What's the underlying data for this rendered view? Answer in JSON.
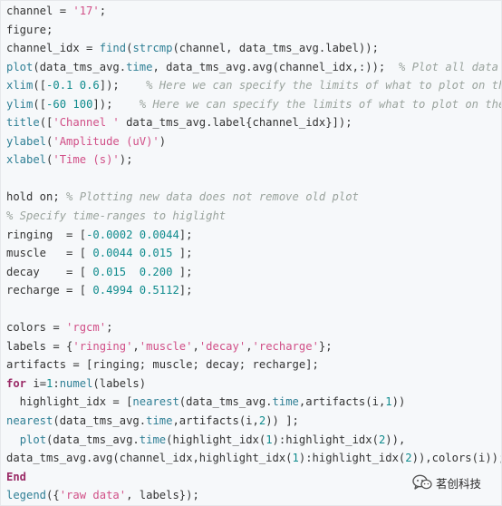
{
  "code_lines": [
    [
      {
        "t": "plain",
        "s": "channel = "
      },
      {
        "t": "str",
        "s": "'17'"
      },
      {
        "t": "plain",
        "s": ";"
      }
    ],
    [
      {
        "t": "plain",
        "s": "figure;"
      }
    ],
    [
      {
        "t": "plain",
        "s": "channel_idx = "
      },
      {
        "t": "fn",
        "s": "find"
      },
      {
        "t": "plain",
        "s": "("
      },
      {
        "t": "fn",
        "s": "strcmp"
      },
      {
        "t": "plain",
        "s": "(channel, data_tms_avg.label));"
      }
    ],
    [
      {
        "t": "fn",
        "s": "plot"
      },
      {
        "t": "plain",
        "s": "(data_tms_avg."
      },
      {
        "t": "fn",
        "s": "time"
      },
      {
        "t": "plain",
        "s": ", data_tms_avg.avg(channel_idx,:));  "
      },
      {
        "t": "cm",
        "s": "% Plot all data"
      }
    ],
    [
      {
        "t": "fn",
        "s": "xlim"
      },
      {
        "t": "plain",
        "s": "(["
      },
      {
        "t": "num",
        "s": "-0.1 0.6"
      },
      {
        "t": "plain",
        "s": "]);    "
      },
      {
        "t": "cm",
        "s": "% Here we can specify the limits of what to plot on the x-axis"
      }
    ],
    [
      {
        "t": "fn",
        "s": "ylim"
      },
      {
        "t": "plain",
        "s": "(["
      },
      {
        "t": "num",
        "s": "-60 100"
      },
      {
        "t": "plain",
        "s": "]);    "
      },
      {
        "t": "cm",
        "s": "% Here we can specify the limits of what to plot on the y-axis"
      }
    ],
    [
      {
        "t": "fn",
        "s": "title"
      },
      {
        "t": "plain",
        "s": "(["
      },
      {
        "t": "str",
        "s": "'Channel '"
      },
      {
        "t": "plain",
        "s": " data_tms_avg.label{channel_idx}]);"
      }
    ],
    [
      {
        "t": "fn",
        "s": "ylabel"
      },
      {
        "t": "plain",
        "s": "("
      },
      {
        "t": "str",
        "s": "'Amplitude (uV)'"
      },
      {
        "t": "plain",
        "s": ")"
      }
    ],
    [
      {
        "t": "fn",
        "s": "xlabel"
      },
      {
        "t": "plain",
        "s": "("
      },
      {
        "t": "str",
        "s": "'Time (s)'"
      },
      {
        "t": "plain",
        "s": ");"
      }
    ],
    [],
    [
      {
        "t": "plain",
        "s": "hold on; "
      },
      {
        "t": "cm",
        "s": "% Plotting new data does not remove old plot"
      }
    ],
    [
      {
        "t": "cm",
        "s": "% Specify time-ranges to higlight"
      }
    ],
    [
      {
        "t": "plain",
        "s": "ringing  = ["
      },
      {
        "t": "num",
        "s": "-0.0002 0.0044"
      },
      {
        "t": "plain",
        "s": "];"
      }
    ],
    [
      {
        "t": "plain",
        "s": "muscle   = [ "
      },
      {
        "t": "num",
        "s": "0.0044 0.015"
      },
      {
        "t": "plain",
        "s": " ];"
      }
    ],
    [
      {
        "t": "plain",
        "s": "decay    = [ "
      },
      {
        "t": "num",
        "s": "0.015  0.200"
      },
      {
        "t": "plain",
        "s": " ];"
      }
    ],
    [
      {
        "t": "plain",
        "s": "recharge = [ "
      },
      {
        "t": "num",
        "s": "0.4994 0.5112"
      },
      {
        "t": "plain",
        "s": "];"
      }
    ],
    [],
    [
      {
        "t": "plain",
        "s": "colors = "
      },
      {
        "t": "str",
        "s": "'rgcm'"
      },
      {
        "t": "plain",
        "s": ";"
      }
    ],
    [
      {
        "t": "plain",
        "s": "labels = {"
      },
      {
        "t": "str",
        "s": "'ringing'"
      },
      {
        "t": "plain",
        "s": ","
      },
      {
        "t": "str",
        "s": "'muscle'"
      },
      {
        "t": "plain",
        "s": ","
      },
      {
        "t": "str",
        "s": "'decay'"
      },
      {
        "t": "plain",
        "s": ","
      },
      {
        "t": "str",
        "s": "'recharge'"
      },
      {
        "t": "plain",
        "s": "};"
      }
    ],
    [
      {
        "t": "plain",
        "s": "artifacts = [ringing; muscle; decay; recharge];"
      }
    ],
    [
      {
        "t": "kw",
        "s": "for"
      },
      {
        "t": "plain",
        "s": " i="
      },
      {
        "t": "num",
        "s": "1"
      },
      {
        "t": "plain",
        "s": ":"
      },
      {
        "t": "fn",
        "s": "numel"
      },
      {
        "t": "plain",
        "s": "(labels)"
      }
    ],
    [
      {
        "t": "plain",
        "s": "  highlight_idx = ["
      },
      {
        "t": "fn",
        "s": "nearest"
      },
      {
        "t": "plain",
        "s": "(data_tms_avg."
      },
      {
        "t": "fn",
        "s": "time"
      },
      {
        "t": "plain",
        "s": ",artifacts(i,"
      },
      {
        "t": "num",
        "s": "1"
      },
      {
        "t": "plain",
        "s": "))"
      }
    ],
    [
      {
        "t": "fn",
        "s": "nearest"
      },
      {
        "t": "plain",
        "s": "(data_tms_avg."
      },
      {
        "t": "fn",
        "s": "time"
      },
      {
        "t": "plain",
        "s": ",artifacts(i,"
      },
      {
        "t": "num",
        "s": "2"
      },
      {
        "t": "plain",
        "s": ")) ];"
      }
    ],
    [
      {
        "t": "plain",
        "s": "  "
      },
      {
        "t": "fn",
        "s": "plot"
      },
      {
        "t": "plain",
        "s": "(data_tms_avg."
      },
      {
        "t": "fn",
        "s": "time"
      },
      {
        "t": "plain",
        "s": "(highlight_idx("
      },
      {
        "t": "num",
        "s": "1"
      },
      {
        "t": "plain",
        "s": "):highlight_idx("
      },
      {
        "t": "num",
        "s": "2"
      },
      {
        "t": "plain",
        "s": ")),"
      }
    ],
    [
      {
        "t": "plain",
        "s": "data_tms_avg.avg(channel_idx,highlight_idx("
      },
      {
        "t": "num",
        "s": "1"
      },
      {
        "t": "plain",
        "s": "):highlight_idx("
      },
      {
        "t": "num",
        "s": "2"
      },
      {
        "t": "plain",
        "s": ")),colors(i));"
      }
    ],
    [
      {
        "t": "kw",
        "s": "End"
      }
    ],
    [
      {
        "t": "fn",
        "s": "legend"
      },
      {
        "t": "plain",
        "s": "({"
      },
      {
        "t": "str",
        "s": "'raw data'"
      },
      {
        "t": "plain",
        "s": ", labels});"
      }
    ]
  ],
  "watermark": {
    "text": "茗创科技",
    "icon": "wechat-icon"
  },
  "colors": {
    "background": "#f6f8fa",
    "plain": "#333333",
    "string": "#d14f87",
    "number": "#0f8b8d",
    "function": "#2f7f95",
    "keyword": "#9a2a66",
    "comment": "#9aa39d"
  }
}
